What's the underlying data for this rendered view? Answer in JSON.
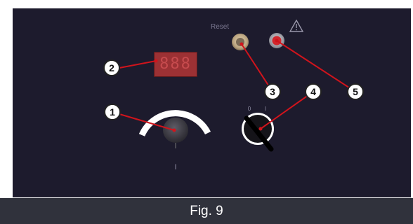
{
  "figure": {
    "caption": "Fig. 9"
  },
  "control_panel": {
    "display": {
      "readout": "888",
      "color": "#9c3134"
    },
    "reset_label": "Reset",
    "warning_icon": "warning-triangle-icon",
    "dial_scale_label": "I",
    "selector_switch": {
      "left_label": "0",
      "right_label": "I"
    },
    "indicator_light_color": "#d2272d",
    "panel_color": "#1d1b2d"
  },
  "callouts": [
    {
      "number": "1",
      "target": "rotary-knob"
    },
    {
      "number": "2",
      "target": "digital-display"
    },
    {
      "number": "3",
      "target": "reset-button"
    },
    {
      "number": "4",
      "target": "selector-switch"
    },
    {
      "number": "5",
      "target": "warning-light"
    }
  ]
}
